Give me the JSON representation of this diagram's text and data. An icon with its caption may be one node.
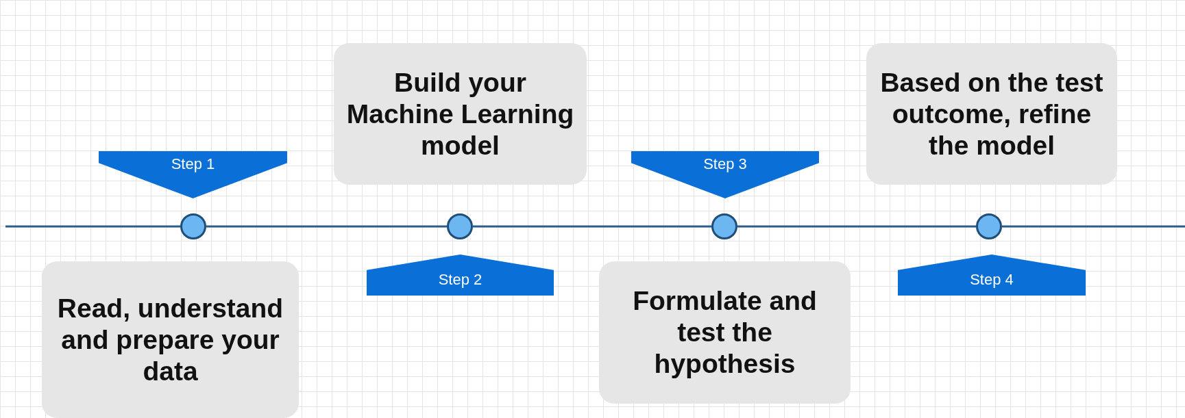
{
  "diagram": {
    "nodes": [
      {
        "text": [
          "Build your Machine Learning model"
        ]
      },
      {
        "text": [
          "Based on the test outcome, refine the model"
        ]
      },
      {
        "text": [
          "Step 1"
        ]
      },
      {
        "text": [
          "Step 3"
        ]
      },
      {
        "text": [],
        "shape": "circle"
      },
      {
        "text": [],
        "shape": "circle"
      },
      {
        "text": [],
        "shape": "circle"
      },
      {
        "text": [],
        "shape": "circle"
      },
      {
        "text": [
          "Step 2"
        ]
      },
      {
        "text": [
          "Step 4"
        ]
      },
      {
        "text": [
          "Read, understand and prepare your data"
        ]
      },
      {
        "text": [
          "Formulate and test the hypothesis"
        ]
      }
    ],
    "edges": [
      {
        "from": null,
        "to": 4,
        "arrow": "none"
      },
      {
        "from": 4,
        "to": 5,
        "arrow": "none"
      },
      {
        "from": 5,
        "to": 6,
        "arrow": "none"
      },
      {
        "from": 6,
        "to": 7,
        "arrow": "none"
      },
      {
        "from": 7,
        "to": null,
        "arrow": "none"
      }
    ]
  }
}
